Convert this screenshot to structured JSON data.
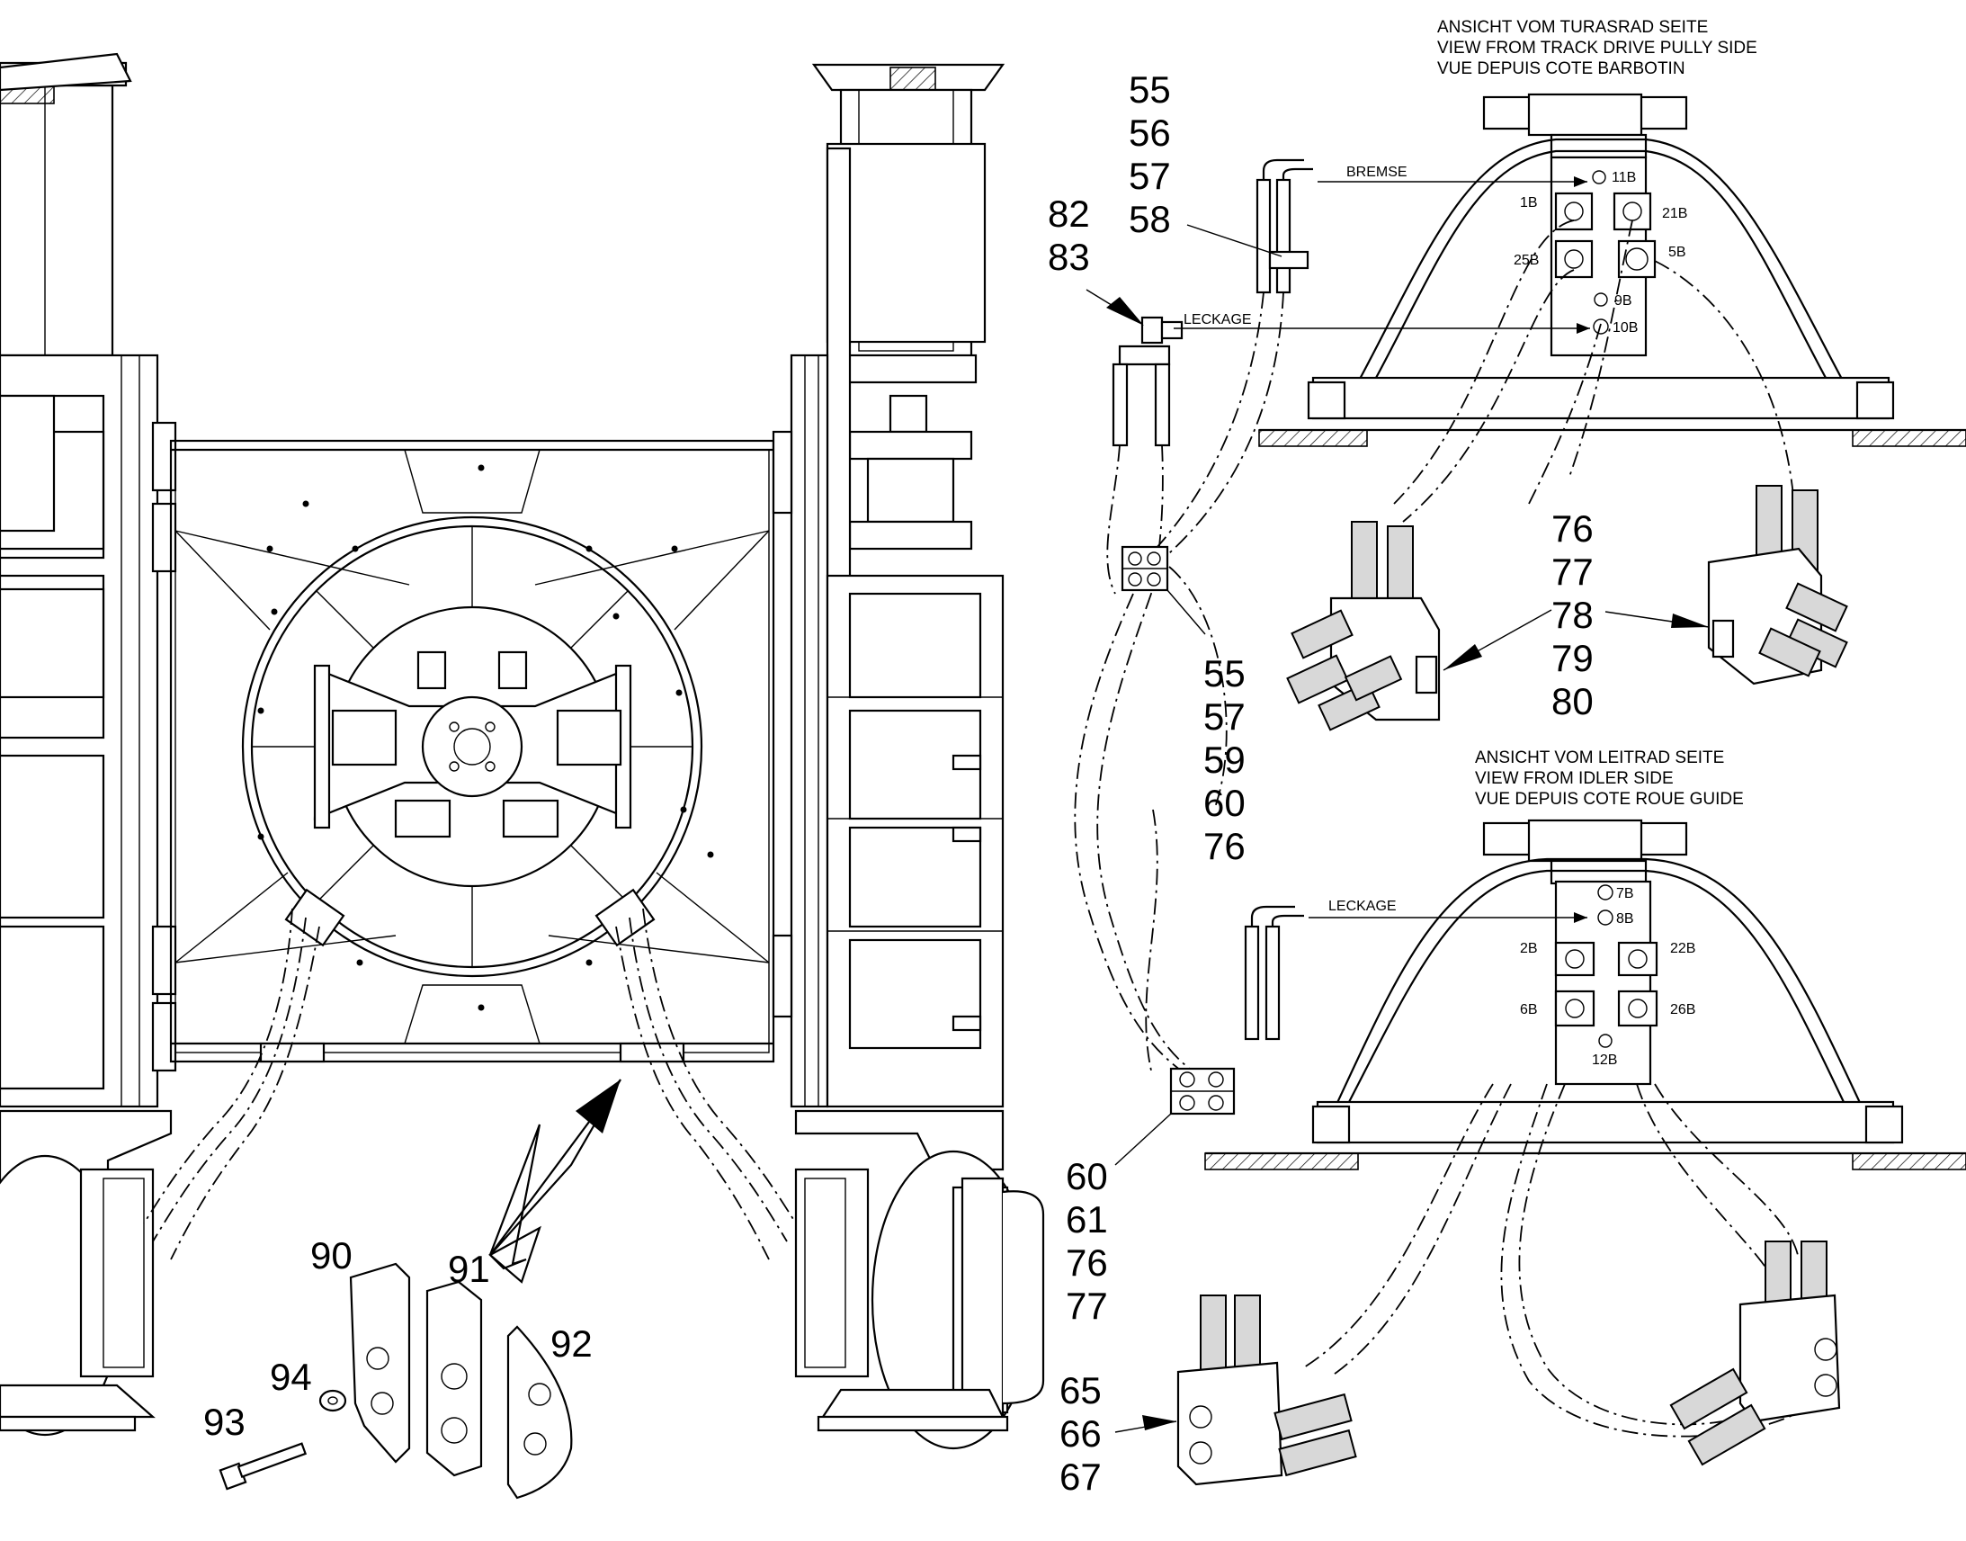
{
  "drive_side_view": {
    "title_lines": [
      "ANSICHT VOM TURASRAD SEITE",
      "VIEW FROM TRACK DRIVE PULLY SIDE",
      "VUE DEPUIS COTE BARBOTIN"
    ],
    "brake_label": "BREMSE",
    "leak_label": "LECKAGE",
    "ports": [
      "11B",
      "1B",
      "21B",
      "25B",
      "5B",
      "9B",
      "10B"
    ]
  },
  "idler_side_view": {
    "title_lines": [
      "ANSICHT VOM LEITRAD SEITE",
      "VIEW FROM IDLER SIDE",
      "VUE DEPUIS COTE ROUE GUIDE"
    ],
    "leak_label": "LECKAGE",
    "ports": [
      "7B",
      "8B",
      "2B",
      "22B",
      "6B",
      "26B",
      "12B"
    ]
  },
  "callouts": {
    "fitting_55_58": [
      "55",
      "56",
      "57",
      "58"
    ],
    "elbow_82_83": [
      "82",
      "83"
    ],
    "block_55_76": [
      "55",
      "57",
      "59",
      "60",
      "76"
    ],
    "valves_76_80": [
      "76",
      "77",
      "78",
      "79",
      "80"
    ],
    "block_60_77": [
      "60",
      "61",
      "76",
      "77"
    ],
    "valve_65_67": [
      "65",
      "66",
      "67"
    ],
    "clamp_parts": [
      "90",
      "91",
      "92",
      "93",
      "94"
    ]
  }
}
